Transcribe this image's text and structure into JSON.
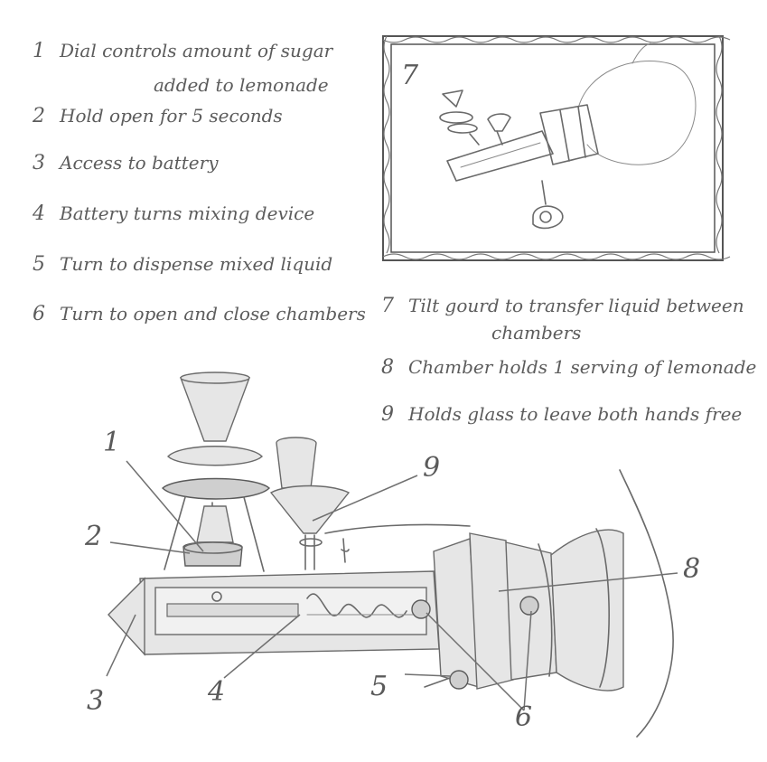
{
  "notes": [
    {
      "num": "1",
      "text": "Dial controls amount of sugar",
      "text2": "added to lemonade"
    },
    {
      "num": "2",
      "text": "Hold open for 5 seconds"
    },
    {
      "num": "3",
      "text": "Access to battery"
    },
    {
      "num": "4",
      "text": "Battery turns mixing device"
    },
    {
      "num": "5",
      "text": "Turn to dispense mixed liquid"
    },
    {
      "num": "6",
      "text": "Turn to open and close chambers"
    },
    {
      "num": "7",
      "text": "Tilt gourd to transfer liquid between",
      "text2": "chambers"
    },
    {
      "num": "8",
      "text": "Chamber holds 1 serving of lemonade"
    },
    {
      "num": "9",
      "text": "Holds glass to leave both hands free"
    }
  ],
  "inset": {
    "num": "7"
  },
  "callouts": [
    "1",
    "2",
    "3",
    "4",
    "5",
    "6",
    "8",
    "9"
  ],
  "colors": {
    "pencil": "#6a6a6a",
    "frame": "#555555",
    "paper": "#ffffff"
  }
}
